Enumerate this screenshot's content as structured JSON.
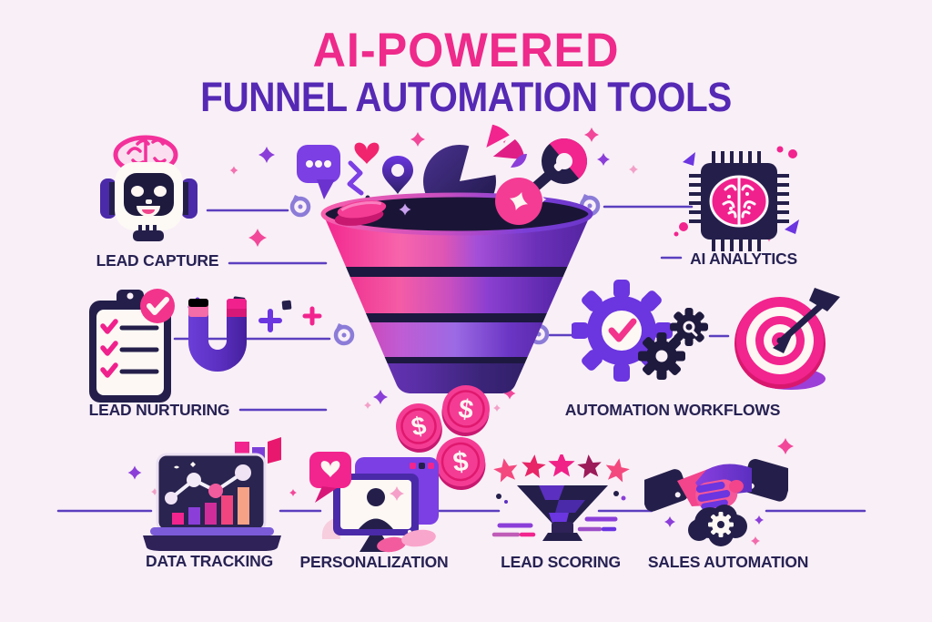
{
  "title": {
    "line1": "AI-POWERED",
    "line2": "FUNNEL AUTOMATION TOOLS"
  },
  "items": [
    {
      "id": "lead-capture",
      "label": "LEAD CAPTURE",
      "icon": "robot-brain-icon"
    },
    {
      "id": "ai-analytics",
      "label": "AI ANALYTICS",
      "icon": "chip-brain-icon"
    },
    {
      "id": "lead-nurturing",
      "label": "LEAD NURTURING",
      "icon": "clipboard-magnet-icon"
    },
    {
      "id": "automation-workflows",
      "label": "AUTOMATION WORKFLOWS",
      "icon": "gears-target-icon"
    },
    {
      "id": "data-tracking",
      "label": "DATA TRACKING",
      "icon": "laptop-chart-icon"
    },
    {
      "id": "personalization",
      "label": "PERSONALIZATION",
      "icon": "monitor-user-icon"
    },
    {
      "id": "lead-scoring",
      "label": "LEAD SCORING",
      "icon": "stars-funnel-icon"
    },
    {
      "id": "sales-automation",
      "label": "SALES AUTOMATION",
      "icon": "handshake-gear-icon"
    }
  ],
  "funnel": {
    "coin_symbol": "$"
  },
  "colors": {
    "background": "#F9EFF7",
    "title_pink": "#EE2A8B",
    "title_purple": "#5529B4",
    "label_navy": "#272253",
    "pink": "#F2248E",
    "hot_pink": "#F43C94",
    "magenta_dark": "#C81870",
    "purple": "#6B35E0",
    "deep_purple": "#4A2AA8",
    "navy": "#241F4A",
    "light_purple": "#8C7CD8",
    "salmon": "#F5A287"
  }
}
